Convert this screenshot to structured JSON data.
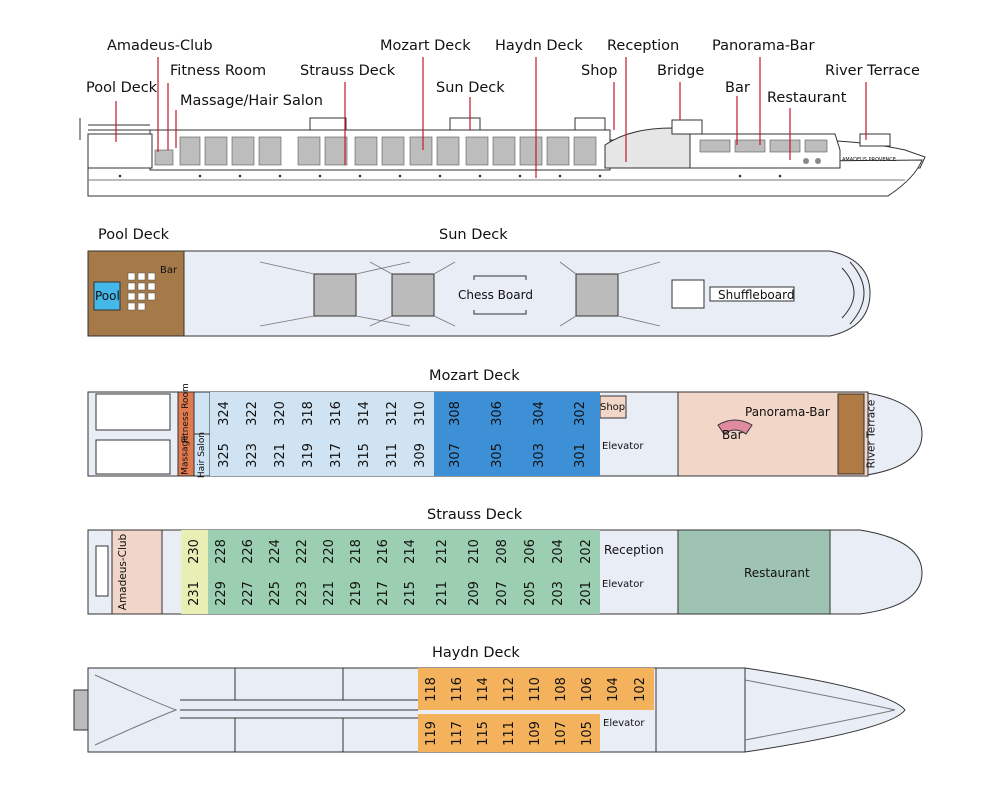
{
  "profile": {
    "labels": {
      "amadeus_club": "Amadeus-Club",
      "fitness_room": "Fitness Room",
      "pool_deck": "Pool Deck",
      "massage_hair_salon": "Massage/Hair Salon",
      "strauss_deck": "Strauss Deck",
      "mozart_deck": "Mozart Deck",
      "sun_deck": "Sun Deck",
      "haydn_deck": "Haydn Deck",
      "reception": "Reception",
      "shop": "Shop",
      "bridge": "Bridge",
      "bar": "Bar",
      "panorama_bar": "Panorama-Bar",
      "restaurant": "Restaurant",
      "river_terrace": "River Terrace"
    },
    "hull_name": "AMADEUS PROVENCE"
  },
  "sun_deck": {
    "pool_deck_title": "Pool Deck",
    "title": "Sun Deck",
    "pool": "Pool",
    "bar": "Bar",
    "chess_board": "Chess Board",
    "shuffleboard": "Shuffleboard"
  },
  "mozart_deck": {
    "title": "Mozart Deck",
    "fitness_room": "Fitness Room",
    "massage": "Massage",
    "hair_salon": "Hair Salon",
    "top_cabins": [
      "324",
      "322",
      "320",
      "318",
      "316",
      "314",
      "312",
      "310",
      "308",
      "306",
      "304",
      "302"
    ],
    "bottom_cabins": [
      "325",
      "323",
      "321",
      "319",
      "317",
      "315",
      "311",
      "309",
      "307",
      "305",
      "303",
      "301"
    ],
    "shop": "Shop",
    "elevator": "Elevator",
    "panorama_bar": "Panorama-Bar",
    "bar": "Bar",
    "river_terrace": "River Terrace"
  },
  "strauss_deck": {
    "title": "Strauss Deck",
    "amadeus_club": "Amadeus-Club",
    "top_cabins": [
      "230",
      "228",
      "226",
      "224",
      "222",
      "220",
      "218",
      "216",
      "214",
      "212",
      "210",
      "208",
      "206",
      "204",
      "202"
    ],
    "bottom_cabins": [
      "231",
      "229",
      "227",
      "225",
      "223",
      "221",
      "219",
      "217",
      "215",
      "211",
      "209",
      "207",
      "205",
      "203",
      "201"
    ],
    "reception": "Reception",
    "elevator": "Elevator",
    "restaurant": "Restaurant"
  },
  "haydn_deck": {
    "title": "Haydn Deck",
    "top_cabins": [
      "118",
      "116",
      "114",
      "112",
      "110",
      "108",
      "106",
      "104",
      "102"
    ],
    "bottom_cabins": [
      "119",
      "117",
      "115",
      "111",
      "109",
      "107",
      "105"
    ],
    "elevator": "Elevator"
  },
  "colors": {
    "hull_fill": "#e9edf6",
    "outline": "#333333",
    "light_blue_cabin": "#cfe3f3",
    "dark_blue_cabin": "#3d8fd6",
    "fitness_orange": "#e07a4f",
    "panorama_bar_pink": "#f2d6c8",
    "river_terrace_brown": "#b07a45",
    "amadeus_club_pink": "#f0d5c8",
    "strauss_green_cabin": "#9ccfb2",
    "strauss_yellow_cabin": "#e7efb4",
    "restaurant_green": "#9fc3b3",
    "haydn_orange_cabin": "#f3b25b",
    "callout_red": "#c2182b",
    "pool_blue": "#45b7e8"
  }
}
